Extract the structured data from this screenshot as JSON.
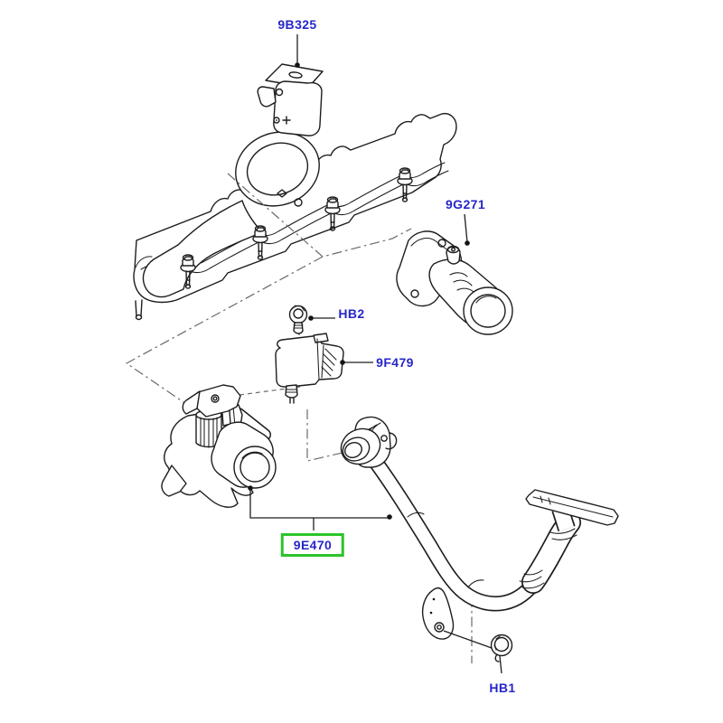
{
  "diagram": {
    "labels": [
      {
        "id": "9B325",
        "text": "9B325",
        "highlighted": false
      },
      {
        "id": "9G271",
        "text": "9G271",
        "highlighted": false
      },
      {
        "id": "HB2",
        "text": "HB2",
        "highlighted": false
      },
      {
        "id": "9F479",
        "text": "9F479",
        "highlighted": false
      },
      {
        "id": "9E470",
        "text": "9E470",
        "highlighted": true
      },
      {
        "id": "HB1",
        "text": "HB1",
        "highlighted": false
      }
    ],
    "colors": {
      "background": "#ffffff",
      "label_text": "#2626c9",
      "highlight_box": "#2bc42b",
      "line_art": "#1d1d1d",
      "construction_line": "#6a6a6a"
    }
  }
}
